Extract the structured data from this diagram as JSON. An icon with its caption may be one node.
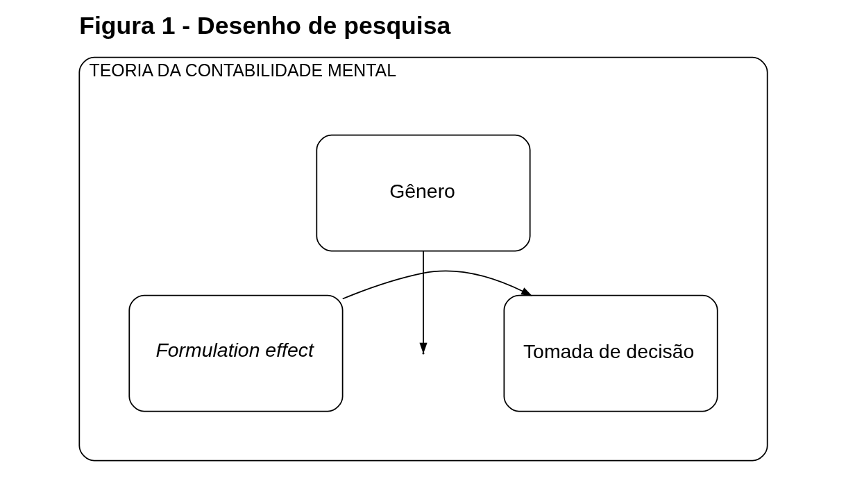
{
  "diagram": {
    "title": "Figura 1 - Desenho de pesquisa",
    "nodes": [
      {
        "text": [
          "TEORIA DA CONTABILIDADE MENTAL"
        ]
      },
      {
        "text": [
          "Gênero"
        ],
        "in": 0
      },
      {
        "text": [
          "Formulation effect"
        ],
        "in": 0
      },
      {
        "text": [
          "Tomada de decisão"
        ],
        "in": 0
      }
    ],
    "edges": [
      {
        "from": 2,
        "to": 3,
        "arrow": "to"
      },
      {
        "from": 1,
        "to": null,
        "arrow": "to"
      }
    ]
  }
}
